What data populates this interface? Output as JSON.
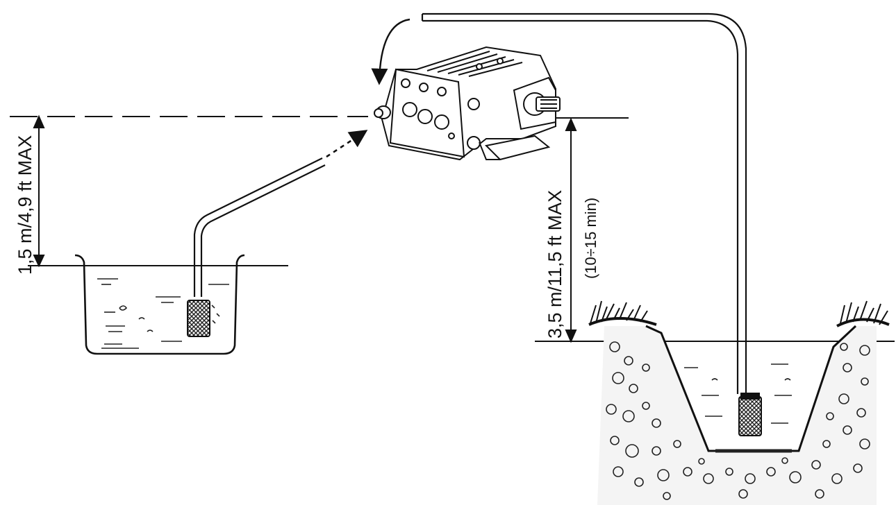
{
  "labels": {
    "tank_head": "1,5 m/4,9 ft MAX",
    "lift_head": "3,5 m/11,5 ft MAX",
    "lift_note": "(10÷15 min)"
  },
  "colors": {
    "ink": "#111111",
    "paper": "#ffffff",
    "strainer": "#555555"
  }
}
